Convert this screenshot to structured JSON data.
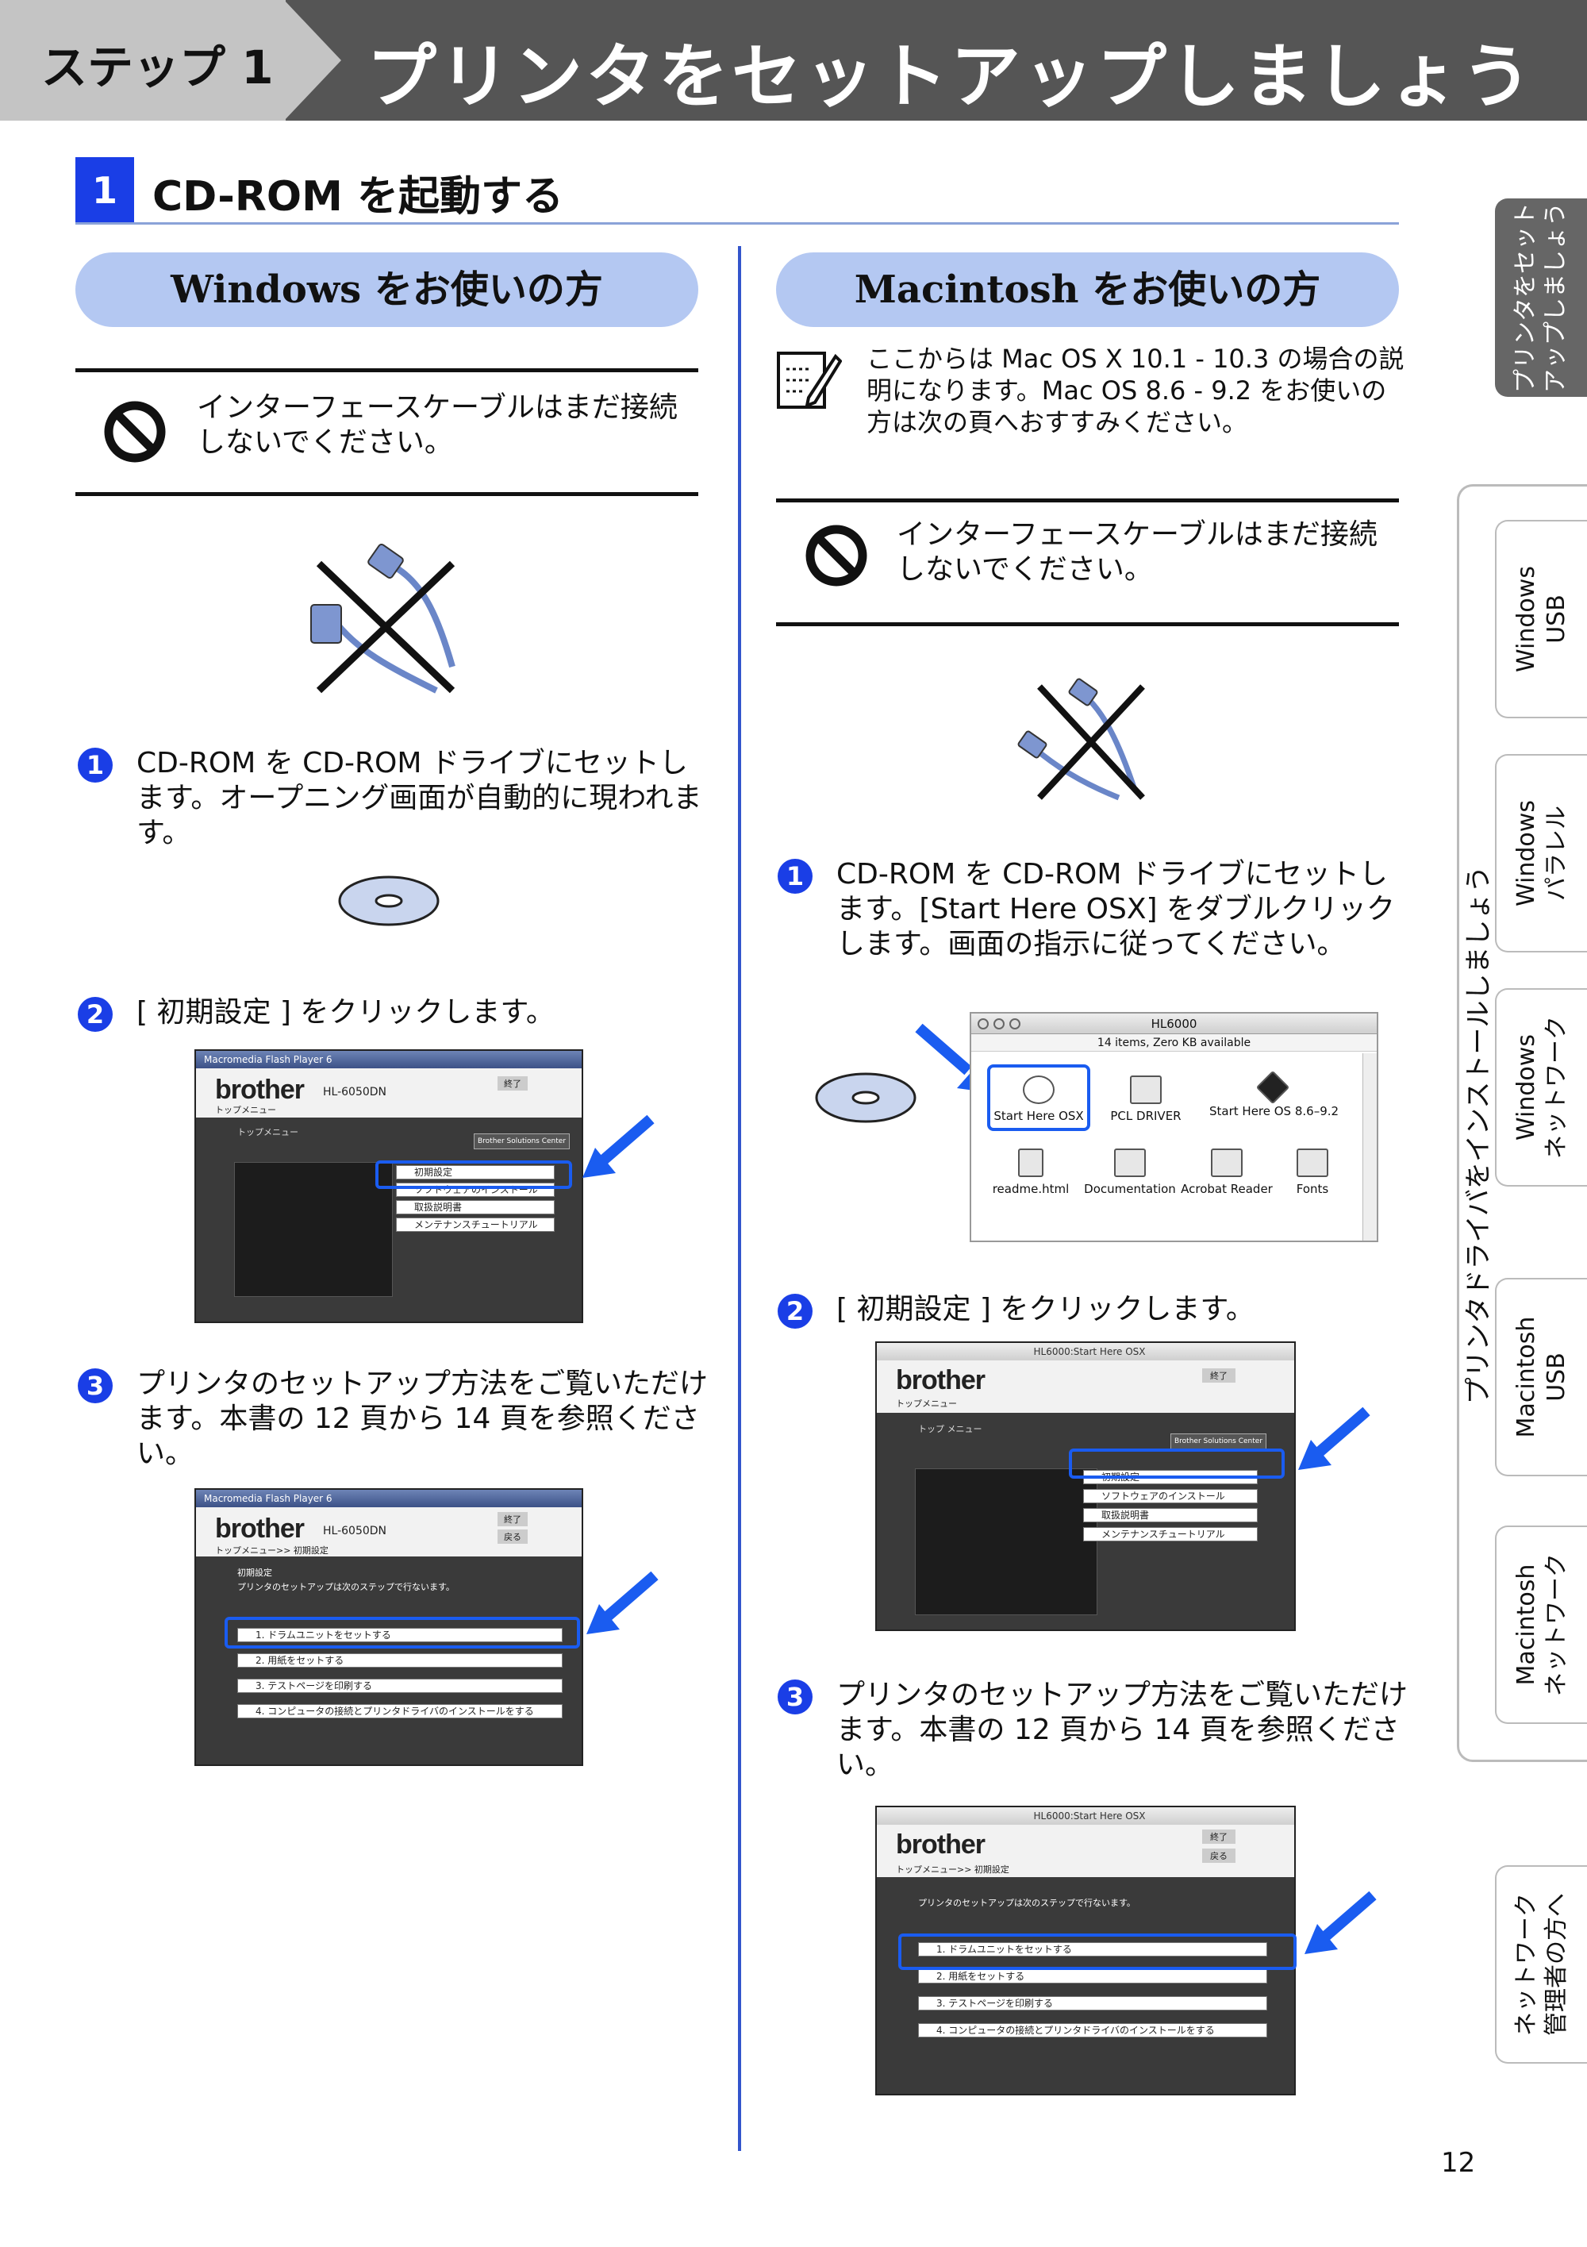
{
  "header": {
    "step_label": "ステップ 1",
    "title": "プリンタをセットアップしましょう"
  },
  "section": {
    "number": "1",
    "title": "CD-ROM を起動する"
  },
  "windows": {
    "pill": "Windows をお使いの方",
    "warning": "インターフェースケーブルはまだ接続しないでください。",
    "step1": "CD-ROM を CD-ROM ドライブにセットします。オープニング画面が自動的に現われます。",
    "step2": "[ 初期設定 ] をクリックします。",
    "step3": "プリンタのセットアップ方法をご覧いただけます。本書の 12 頁から 14 頁を参照ください。",
    "screen1": {
      "titlebar": "Macromedia Flash Player 6",
      "brand": "brother",
      "model": "HL-6050DN",
      "exit": "終了",
      "crumb": "トップメニュー",
      "menu_heading": "トップメニュー",
      "logo_text": "Brother Solutions Center",
      "menu": [
        "初期設定",
        "ソフトウェアのインストール",
        "取扱説明書",
        "メンテナンスチュートリアル"
      ]
    },
    "screen2": {
      "titlebar": "Macromedia Flash Player 6",
      "brand": "brother",
      "model": "HL-6050DN",
      "exit": "終了",
      "back": "戻る",
      "crumb": "トップメニュー>> 初期設定",
      "heading": "初期設定",
      "intro": "プリンタのセットアップは次のステップで行ないます。",
      "steps": [
        "1. ドラムユニットをセットする",
        "2. 用紙をセットする",
        "3. テストページを印刷する",
        "4. コンピュータの接続とプリンタドライバのインストールをする"
      ]
    }
  },
  "mac": {
    "pill": "Macintosh をお使いの方",
    "note": "ここからは Mac OS X 10.1 - 10.3 の場合の説明になります。Mac OS 8.6 - 9.2 をお使いの方は次の頁へおすすみください。",
    "warning": "インターフェースケーブルはまだ接続しないでください。",
    "step1": "CD-ROM を CD-ROM ドライブにセットします。[Start Here OSX] をダブルクリックします。画面の指示に従ってください。",
    "step2": "[ 初期設定 ] をクリックします。",
    "step3": "プリンタのセットアップ方法をご覧いただけます。本書の 12 頁から 14 頁を参照ください。",
    "finder": {
      "title": "HL6000",
      "status": "14 items, Zero KB available",
      "items": [
        "Start Here OSX",
        "PCL DRIVER",
        "Start Here OS 8.6–9.2",
        "readme.html",
        "Documentation",
        "Acrobat Reader",
        "Fonts"
      ]
    },
    "screen1": {
      "titlebar": "HL6000:Start Here OSX",
      "brand": "brother",
      "exit": "終了",
      "crumb": "トップメニュー",
      "menu_heading": "トップ メニュー",
      "logo_text": "Brother Solutions Center",
      "menu": [
        "初期設定",
        "ソフトウェアのインストール",
        "取扱説明書",
        "メンテナンスチュートリアル"
      ]
    },
    "screen2": {
      "titlebar": "HL6000:Start Here OSX",
      "brand": "brother",
      "exit": "終了",
      "back": "戻る",
      "crumb": "トップメニュー>> 初期設定",
      "intro": "プリンタのセットアップは次のステップで行ないます。",
      "steps": [
        "1. ドラムユニットをセットする",
        "2. 用紙をセットする",
        "3. テストページを印刷する",
        "4. コンピュータの接続とプリンタドライバのインストールをする"
      ]
    }
  },
  "side": {
    "active_tab": "プリンタをセット\nアップしましょう",
    "vertical_title": "プリンタドライバをインストールしましょう",
    "tabs": [
      "Windows\nUSB",
      "Windows\nパラレル",
      "Windows\nネットワーク",
      "Macintosh\nUSB",
      "Macintosh\nネットワーク",
      "ネットワーク\n管理者の方へ"
    ]
  },
  "page_number": "12",
  "colors": {
    "accent": "#1a3ee6",
    "pill": "#b4c8f2",
    "header": "#555555"
  }
}
